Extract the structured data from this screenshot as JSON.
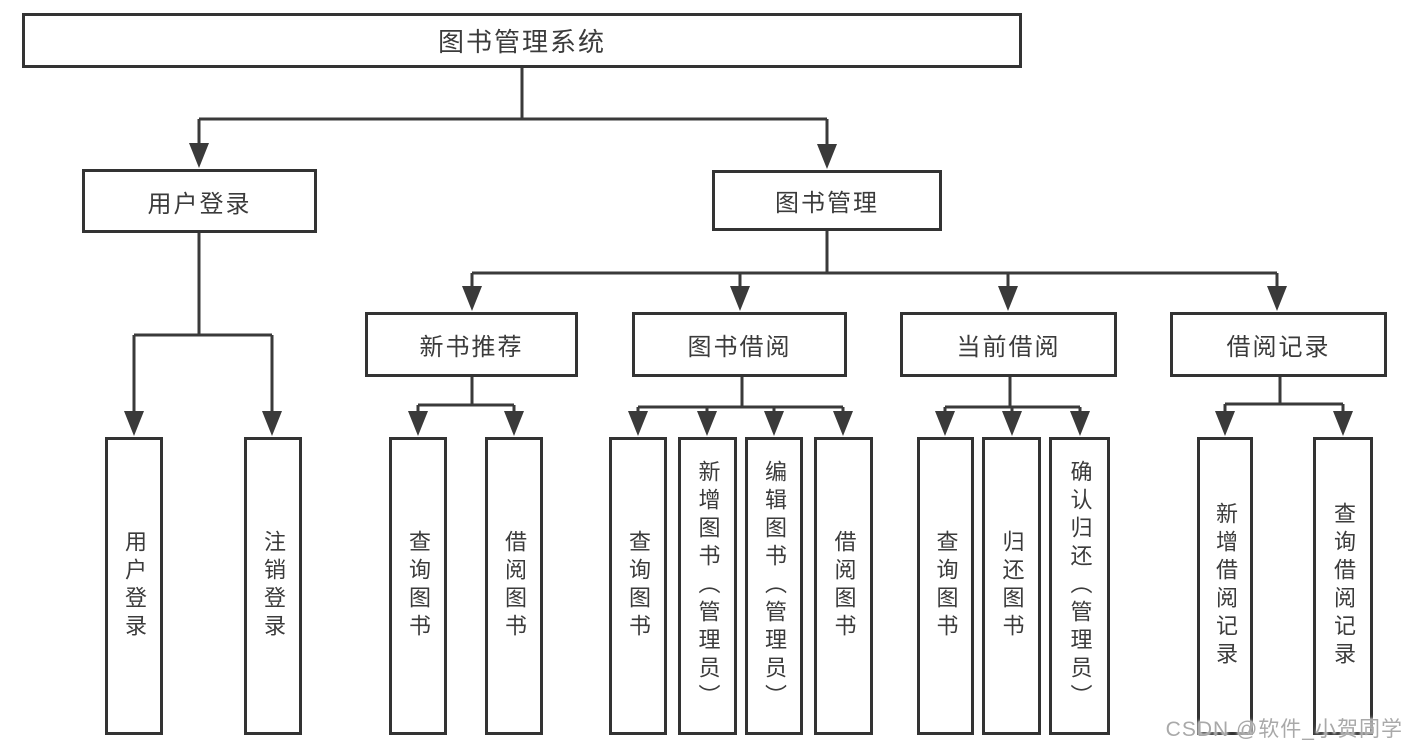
{
  "diagram": {
    "root": {
      "id": "library-management-system",
      "label": "图书管理系统"
    },
    "level2": [
      {
        "id": "user-login-branch",
        "label": "用户登录",
        "parent": "library-management-system"
      },
      {
        "id": "book-management-branch",
        "label": "图书管理",
        "parent": "library-management-system"
      }
    ],
    "level3": [
      {
        "id": "new-book-recommend",
        "label": "新书推荐",
        "parent": "book-management-branch"
      },
      {
        "id": "book-borrowing",
        "label": "图书借阅",
        "parent": "book-management-branch"
      },
      {
        "id": "current-borrowing",
        "label": "当前借阅",
        "parent": "book-management-branch"
      },
      {
        "id": "borrowing-records",
        "label": "借阅记录",
        "parent": "book-management-branch"
      }
    ],
    "leaves": [
      {
        "label": "用户登录",
        "parent": "user-login-branch"
      },
      {
        "label": "注销登录",
        "parent": "user-login-branch"
      },
      {
        "label": "查询图书",
        "parent": "new-book-recommend"
      },
      {
        "label": "借阅图书",
        "parent": "new-book-recommend"
      },
      {
        "label": "查询图书",
        "parent": "book-borrowing"
      },
      {
        "label": "新增图书（管理员）",
        "parent": "book-borrowing"
      },
      {
        "label": "编辑图书（管理员）",
        "parent": "book-borrowing"
      },
      {
        "label": "借阅图书",
        "parent": "book-borrowing"
      },
      {
        "label": "查询图书",
        "parent": "current-borrowing"
      },
      {
        "label": "归还图书",
        "parent": "current-borrowing"
      },
      {
        "label": "确认归还（管理员）",
        "parent": "current-borrowing"
      },
      {
        "label": "新增借阅记录",
        "parent": "borrowing-records"
      },
      {
        "label": "查询借阅记录",
        "parent": "borrowing-records"
      }
    ]
  },
  "watermark": {
    "text": "CSDN @软件_小贺同学"
  },
  "colors": {
    "line": "#3a3a3a",
    "box_border": "#333333",
    "text": "#3b3b3b",
    "watermark": "#a9a9a9",
    "background": "#ffffff"
  }
}
